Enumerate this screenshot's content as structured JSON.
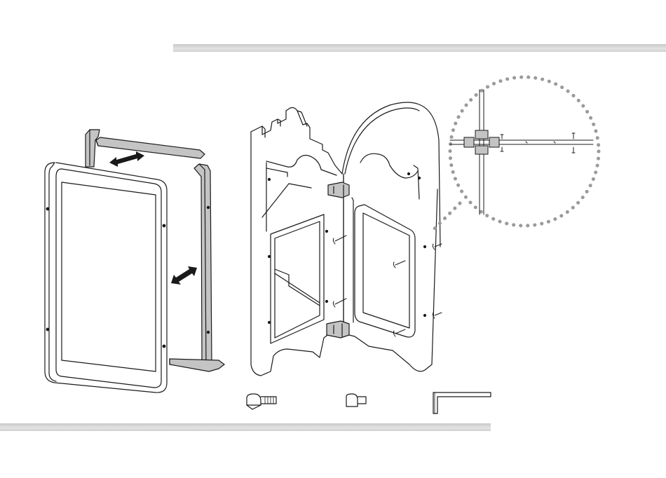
{
  "document": {
    "type": "assembly-instruction",
    "step_text": "",
    "colors": {
      "line": "#1a1a1a",
      "slot_fill": "#c4c4c4",
      "bar": "#d4d4d4",
      "dotted_circle": "#9a9a9a"
    },
    "parts": [
      {
        "name": "frame-panel",
        "icon": "rectangular-frame"
      },
      {
        "name": "edge-trim-strips",
        "icon": "u-channel-strip"
      },
      {
        "name": "castle-panel",
        "icon": "castle-shaped-board"
      },
      {
        "name": "arched-panel",
        "icon": "arched-board"
      },
      {
        "name": "hinge-brackets",
        "icon": "bracket"
      },
      {
        "name": "long-bolt",
        "icon": "bolt"
      },
      {
        "name": "short-bolt",
        "icon": "cap-bolt"
      },
      {
        "name": "allen-key",
        "icon": "hex-key"
      }
    ]
  }
}
